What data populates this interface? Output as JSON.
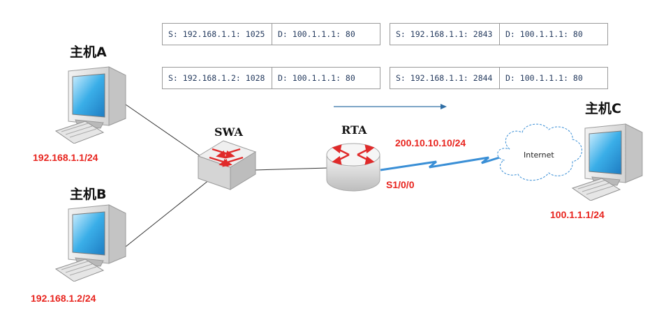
{
  "nat_tables": [
    {
      "rows": [
        {
          "source": "S: 192.168.1.1: 1025",
          "dest": "D: 100.1.1.1: 80"
        },
        {
          "source": "S: 192.168.1.2: 1028",
          "dest": "D: 100.1.1.1: 80"
        }
      ]
    },
    {
      "rows": [
        {
          "source": "S: 192.168.1.1: 2843",
          "dest": "D: 100.1.1.1: 80"
        },
        {
          "source": "S: 192.168.1.1: 2844",
          "dest": "D: 100.1.1.1: 80"
        }
      ]
    }
  ],
  "hosts": {
    "a": {
      "label": "主机A",
      "ip": "192.168.1.1/24",
      "icon": "computer-icon"
    },
    "b": {
      "label": "主机B",
      "ip": "192.168.1.2/24",
      "icon": "computer-icon"
    },
    "c": {
      "label": "主机C",
      "ip": "100.1.1.1/24",
      "icon": "computer-icon"
    }
  },
  "switch": {
    "label": "SWA",
    "icon": "switch-icon"
  },
  "router": {
    "label": "RTA",
    "wan_ip": "200.10.10.10/24",
    "interface": "S1/0/0",
    "icon": "router-icon"
  },
  "cloud": {
    "label": "Internet",
    "icon": "cloud-icon"
  },
  "flow_arrow": {
    "direction": "right",
    "icon": "arrow-right-icon"
  },
  "colors": {
    "ip_text": "#e8251f",
    "serial_link": "#3a8fd6",
    "arrow": "#2f6ea5",
    "table_text": "#243a5e"
  }
}
